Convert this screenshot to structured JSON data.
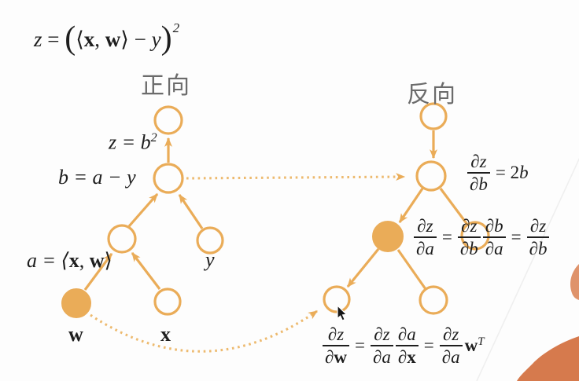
{
  "colors": {
    "accent": "#EAAC58",
    "accent_soft": "#EDBA6F",
    "text": "#1e1e1e",
    "title": "#6b6b6b",
    "skin": "#d67a4d",
    "skin_light": "#df936b",
    "bg": "#fdfdfd"
  },
  "header_formula": {
    "z": "z",
    "eq": " = ",
    "lparen": "(",
    "langle": "⟨",
    "x": "x",
    "comma": ", ",
    "w": "w",
    "rangle": "⟩",
    "minus": " − ",
    "y": "y",
    "rparen": ")",
    "sup": "2"
  },
  "titles": {
    "forward": "正向",
    "backward": "反向"
  },
  "forward": {
    "label_z": {
      "main": "z = b",
      "sup": "2"
    },
    "label_b": "b = a − y",
    "label_a": {
      "pre": "a = ⟨",
      "x": "x",
      "sep": ", ",
      "w": "w",
      "post": "⟩"
    },
    "label_y": "y",
    "label_w": "w",
    "label_x": "x"
  },
  "backward": {
    "eq_b": {
      "num": "∂z",
      "den": "∂b",
      "eq": "=",
      "rhs_coef": " 2",
      "rhs_var": "b"
    },
    "eq_a": {
      "f0_num": "∂z",
      "f0_den": "∂a",
      "eq1": "=",
      "f1_num": "∂z",
      "f1_den": "∂b",
      "f2_num": "∂b",
      "f2_den": "∂a",
      "eq2": "=",
      "f3_num": "∂z",
      "f3_den": "∂b"
    },
    "eq_w": {
      "f0_num": "∂z",
      "f0_den_d": "∂",
      "f0_den_v": "w",
      "eq1": "=",
      "f1_num": "∂z",
      "f1_den": "∂a",
      "f2_num": "∂a",
      "f2_den_d": "∂",
      "f2_den_v": "x",
      "eq2": "=",
      "f3_num": "∂z",
      "f3_den": "∂a",
      "tail_base": "w",
      "tail_sup": "T"
    }
  }
}
